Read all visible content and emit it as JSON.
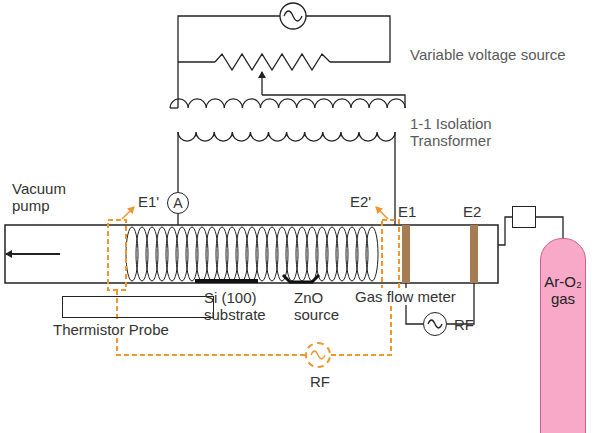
{
  "diagram": {
    "nodes": [
      {
        "text": [
          "A"
        ]
      },
      {
        "text": [
          "Thermistor Probe"
        ]
      },
      {
        "text": [
          "RF"
        ]
      },
      {
        "text": [
          "RF"
        ]
      },
      {
        "text": [
          "Gas flow meter"
        ]
      },
      {
        "text": [
          "Ar-O₂ gas"
        ]
      }
    ],
    "edges": [
      {
        "from": 4,
        "to": 5,
        "arrow": "none"
      }
    ],
    "labels": [
      "Variable voltage source",
      "1-1 Isolation Transformer",
      "Vacuum pump",
      "E1'",
      "E2'",
      "E1",
      "E2",
      "Si (100) substrate",
      "ZnO source"
    ]
  }
}
